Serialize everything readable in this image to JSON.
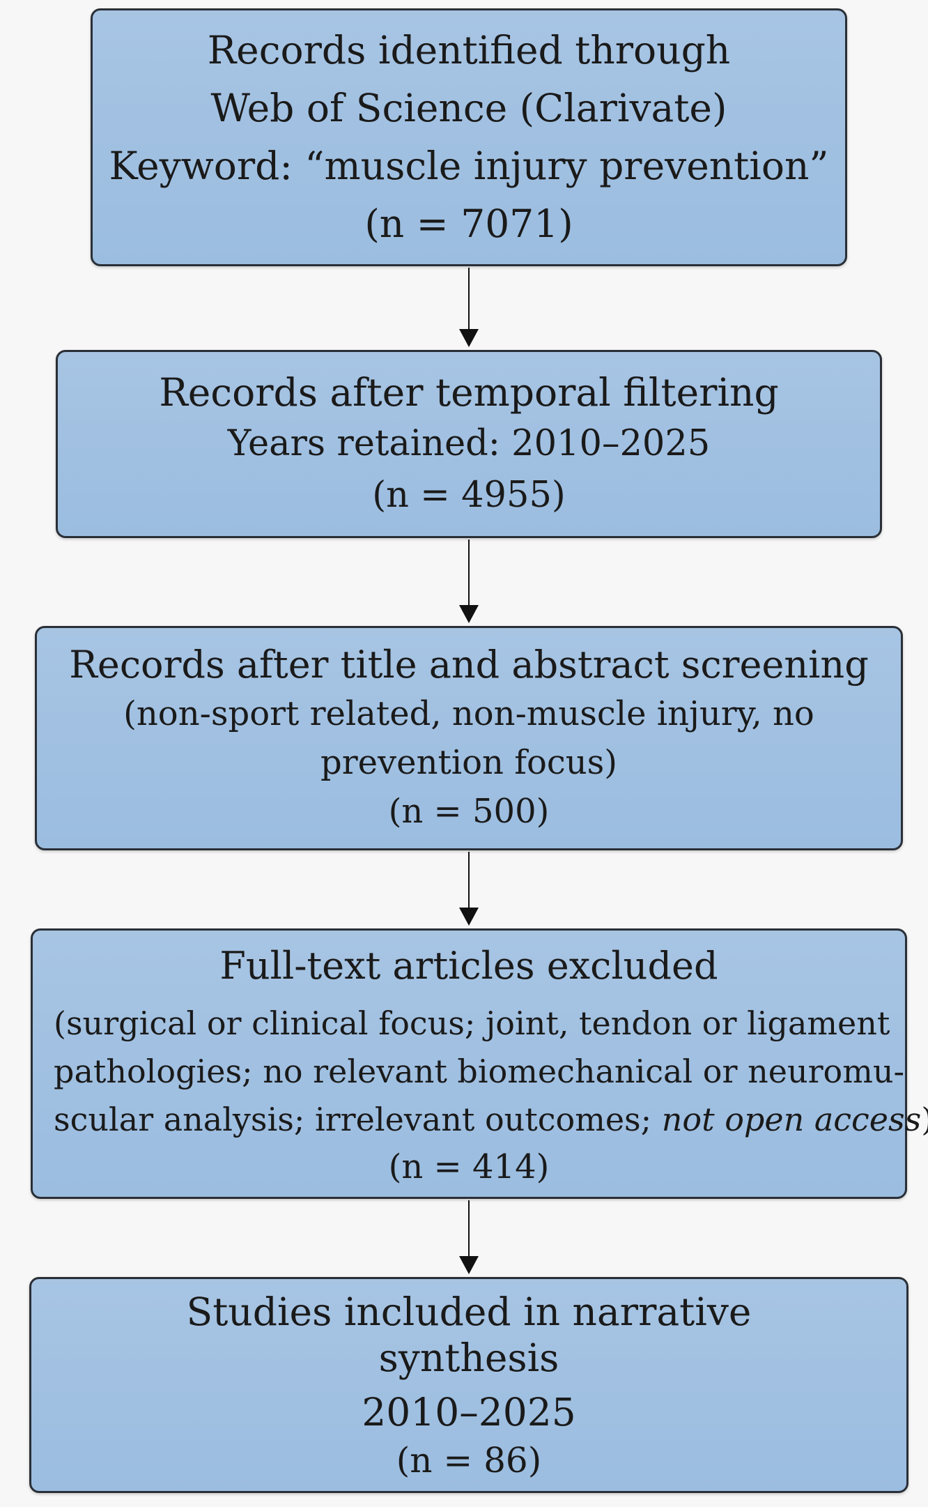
{
  "boxes": [
    {
      "lines": [
        "Records identified through",
        "Web of Science (Clarivate)",
        "Keyword: “muscle injury prevention”",
        "(n = 7071)"
      ]
    },
    {
      "lines": [
        "Records after temporal filtering",
        "Years retained: 2010–2025",
        "(n = 4955)"
      ]
    },
    {
      "heading": "Records after title and abstract screening",
      "sub_lines": [
        "(non-sport related, non-muscle injury, no",
        "prevention focus)"
      ],
      "count": "(n = 500)"
    },
    {
      "heading": "Full-text articles excluded",
      "para_lines": [
        "(surgical or clinical focus; joint, tendon or ligament",
        "pathologies; no relevant biomechanical or neuromu-"
      ],
      "para_last_prefix": "scular analysis; irrelevant outcomes; ",
      "para_last_italic": "not open access",
      "para_last_suffix": ")",
      "count": "(n = 414)"
    },
    {
      "lines": [
        "Studies included in narrative",
        "synthesis"
      ],
      "years": "2010–2025",
      "count": "(n = 86)"
    }
  ]
}
